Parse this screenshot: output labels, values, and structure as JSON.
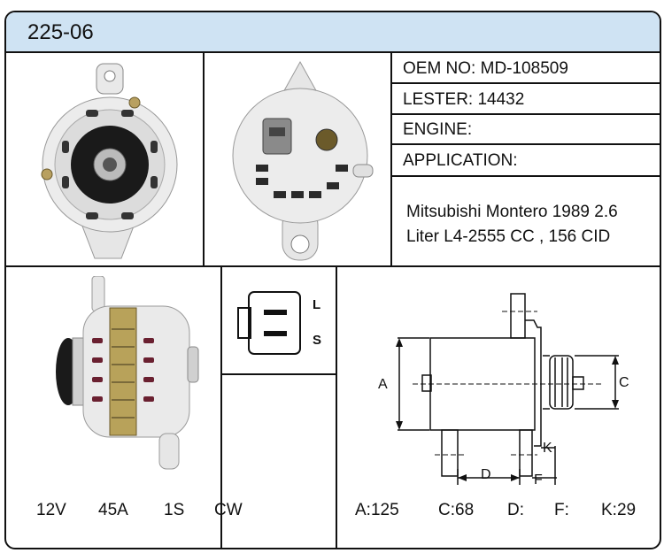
{
  "header": {
    "part_number": "225-06"
  },
  "info": {
    "oem": "OEM NO: MD-108509",
    "lester": "LESTER: 14432",
    "engine": "ENGINE:",
    "application_label": "APPLICATION:",
    "application_text": "Mitsubishi Montero 1989 2.6 Liter L4-2555 CC , 156 CID"
  },
  "plug": {
    "pin_l": "L",
    "pin_s": "S"
  },
  "specs": {
    "voltage": "12V",
    "amperage": "45A",
    "plug": "1S",
    "rotation": "CW"
  },
  "dimensions": {
    "a": "A:125",
    "c": "C:68",
    "d": "D:",
    "f": "F:",
    "k": "K:29"
  },
  "diagram_labels": {
    "a": "A",
    "c": "C",
    "d": "D",
    "f": "F",
    "k": "K"
  },
  "colors": {
    "header_bg": "#cfe3f3",
    "border": "#111111"
  }
}
